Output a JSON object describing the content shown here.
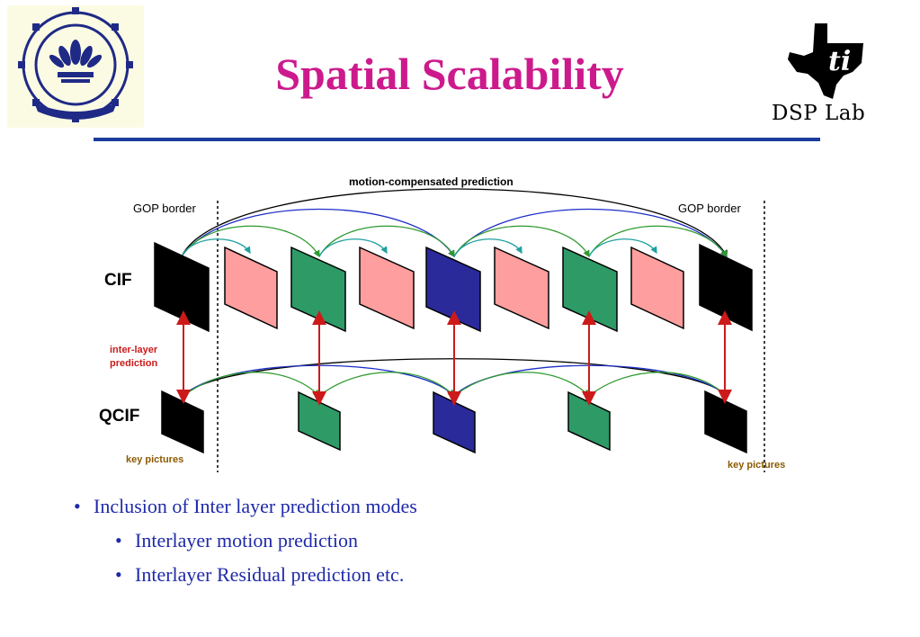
{
  "slide": {
    "title": "Spatial Scalability",
    "lab_label": "DSP Lab",
    "logo_left_icon": "iit-bombay-emblem-icon",
    "logo_right_icon": "ti-texas-logo-icon"
  },
  "diagram": {
    "top_label": "motion-compensated prediction",
    "gop_left": "GOP border",
    "gop_right": "GOP border",
    "layer_top": "CIF",
    "layer_bottom": "QCIF",
    "inter_layer": [
      "inter-layer",
      "prediction"
    ],
    "key_left": "key pictures",
    "key_right": "key pictures",
    "colors": {
      "key": "#000000",
      "level1": "#2a2a9a",
      "level2": "#2e9a66",
      "level3": "#ff9e9e",
      "inter_layer": "#cc1a1a",
      "key_label": "#8b5a00",
      "arc_black": "#000000",
      "arc_blue": "#1e2ec8",
      "arc_green": "#2e9a2e",
      "arc_teal": "#1fa0a0"
    }
  },
  "bullets": [
    {
      "level": 1,
      "text": "Inclusion of Inter layer prediction modes"
    },
    {
      "level": 2,
      "text": "Interlayer motion prediction"
    },
    {
      "level": 2,
      "text": "Interlayer Residual prediction etc."
    }
  ]
}
